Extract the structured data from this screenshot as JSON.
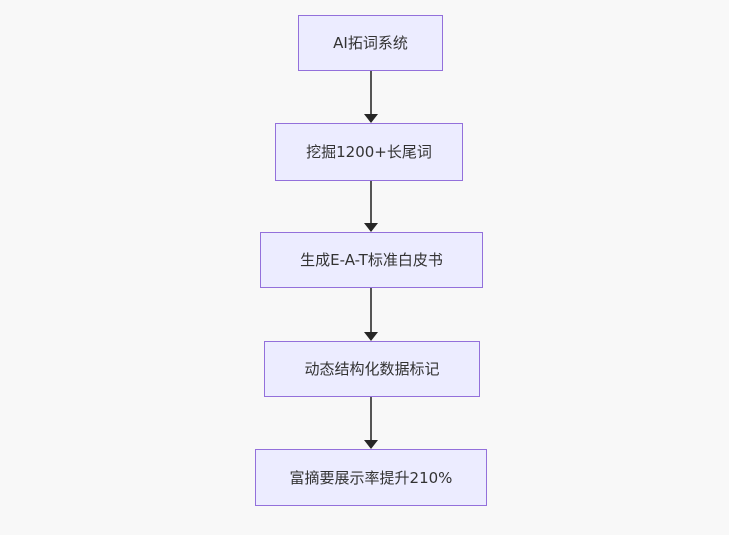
{
  "diagram": {
    "type": "flowchart",
    "direction": "top-down",
    "nodes": [
      {
        "label": "AI拓词系统"
      },
      {
        "label": "挖掘1200+长尾词"
      },
      {
        "label": "生成E-A-T标准白皮书"
      },
      {
        "label": "动态结构化数据标记"
      },
      {
        "label": "富摘要展示率提升210%"
      }
    ],
    "edges": [
      {
        "from": 0,
        "to": 1
      },
      {
        "from": 1,
        "to": 2
      },
      {
        "from": 2,
        "to": 3
      },
      {
        "from": 3,
        "to": 4
      }
    ],
    "colors": {
      "background": "#f8f8f8",
      "node_fill": "#ececff",
      "node_border": "#9370db",
      "node_text": "#333333",
      "edge_line": "#555555",
      "arrowhead": "#262626"
    }
  }
}
